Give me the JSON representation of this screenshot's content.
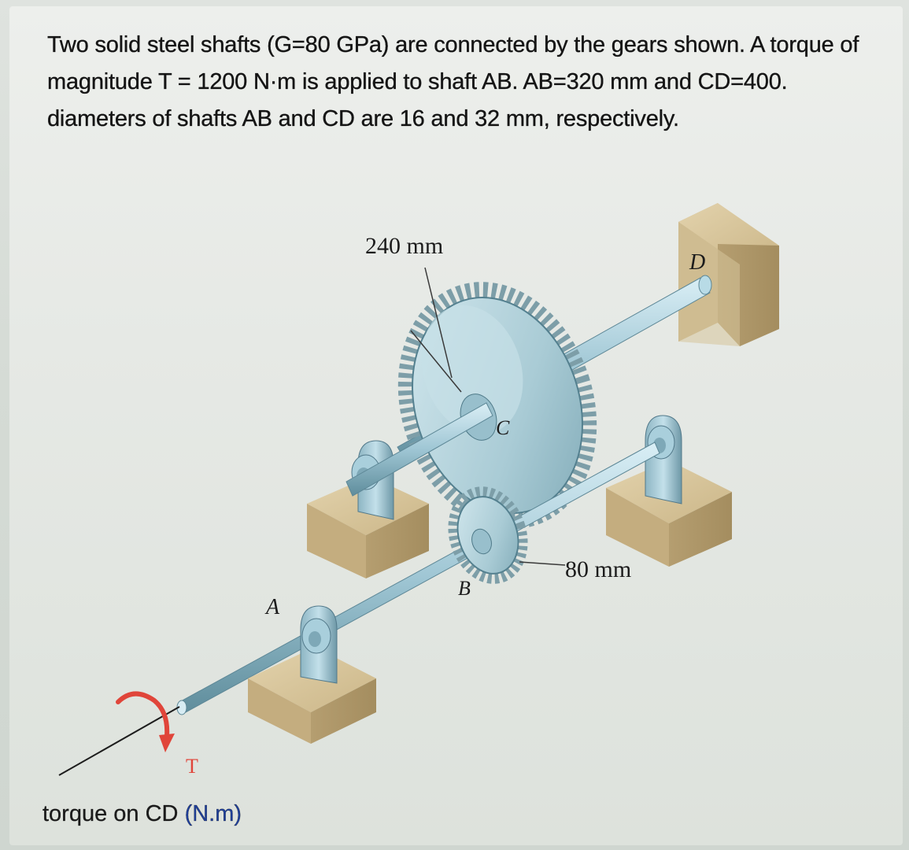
{
  "problem": {
    "text": "Two solid steel shafts (G=80 GPa) are connected by the gears shown. A torque of magnitude T = 1200 N·m is applied to shaft AB. AB=320 mm and CD=400. diameters of shafts AB and CD are 16 and 32 mm, respectively."
  },
  "figure": {
    "dim_gear_c": "240 mm",
    "dim_gear_b": "80 mm",
    "label_a": "A",
    "label_b": "B",
    "label_c": "C",
    "label_d": "D",
    "label_t": "T",
    "colors": {
      "shaft": "#9fc6d4",
      "gear": "#b6d4dc",
      "block": "#c8b48a",
      "torque_arrow": "#e0453a"
    }
  },
  "question": {
    "label": "torque on CD",
    "unit": "(N.m)"
  }
}
